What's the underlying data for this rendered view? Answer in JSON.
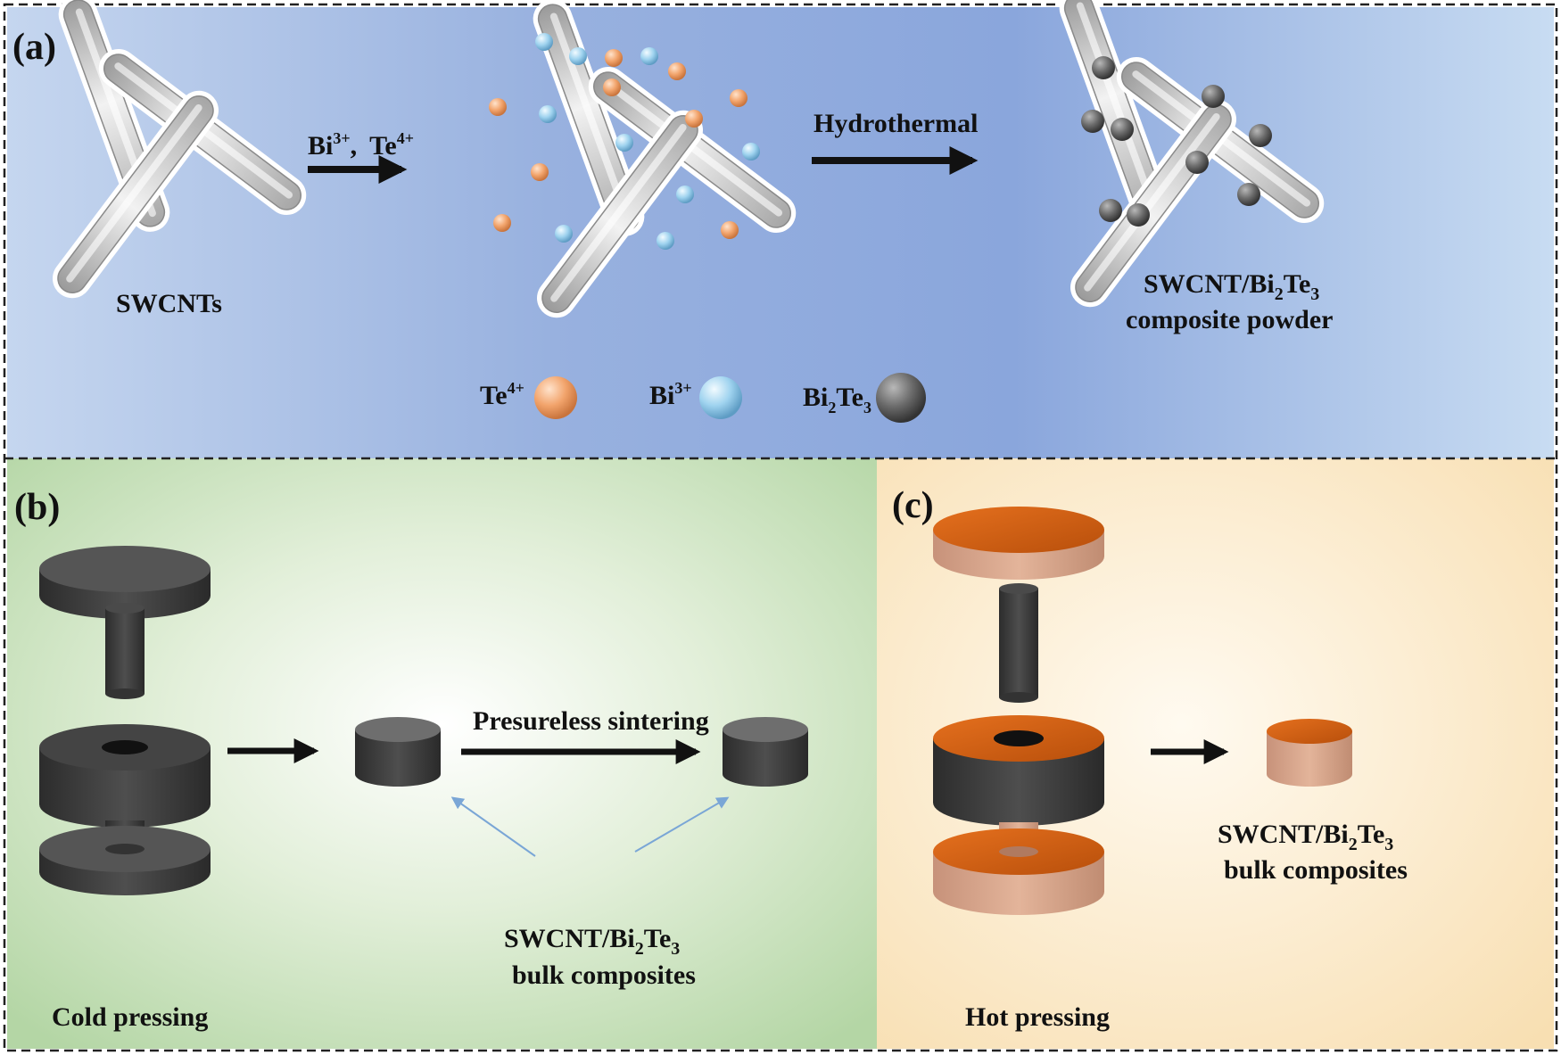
{
  "panels": {
    "a": {
      "tag": "(a)",
      "swcnts_label": "SWCNTs",
      "step1_ions": {
        "bi": "Bi",
        "bi_charge": "3+",
        "separator": ",",
        "te": "Te",
        "te_charge": "4+"
      },
      "step2_label": "Hydrothermal",
      "product_line1": {
        "prefix": "SWCNT/Bi",
        "sub1": "2",
        "mid": "Te",
        "sub2": "3"
      },
      "product_line2": "composite powder",
      "legend": [
        {
          "base": "Te",
          "sup": "4+",
          "color": "#f0a873"
        },
        {
          "base": "Bi",
          "sup": "3+",
          "color": "#9fd3ef"
        },
        {
          "base": "Bi",
          "sub": "2",
          "base2": "Te",
          "sub2": "3",
          "color": "#6b6b6b"
        }
      ]
    },
    "b": {
      "tag": "(b)",
      "process_label": "Cold pressing",
      "sinter_label": "Presureless sintering",
      "product_line1": {
        "prefix": "SWCNT/Bi",
        "sub1": "2",
        "mid": "Te",
        "sub2": "3"
      },
      "product_line2": "bulk composites"
    },
    "c": {
      "tag": "(c)",
      "process_label": "Hot pressing",
      "product_line1": {
        "prefix": "SWCNT/Bi",
        "sub1": "2",
        "mid": "Te",
        "sub2": "3"
      },
      "product_line2": "bulk composites"
    }
  },
  "colors": {
    "panel_a_bg": "#8fa9dc",
    "panel_b_bg": "#bddcb0",
    "panel_c_bg": "#fbe3b8",
    "te_ion": "#f0a873",
    "bi_ion": "#9fd3ef",
    "bi2te3": "#6b6b6b",
    "die_dark": "#3a3a3a",
    "die_copper": "#cc5a10"
  }
}
